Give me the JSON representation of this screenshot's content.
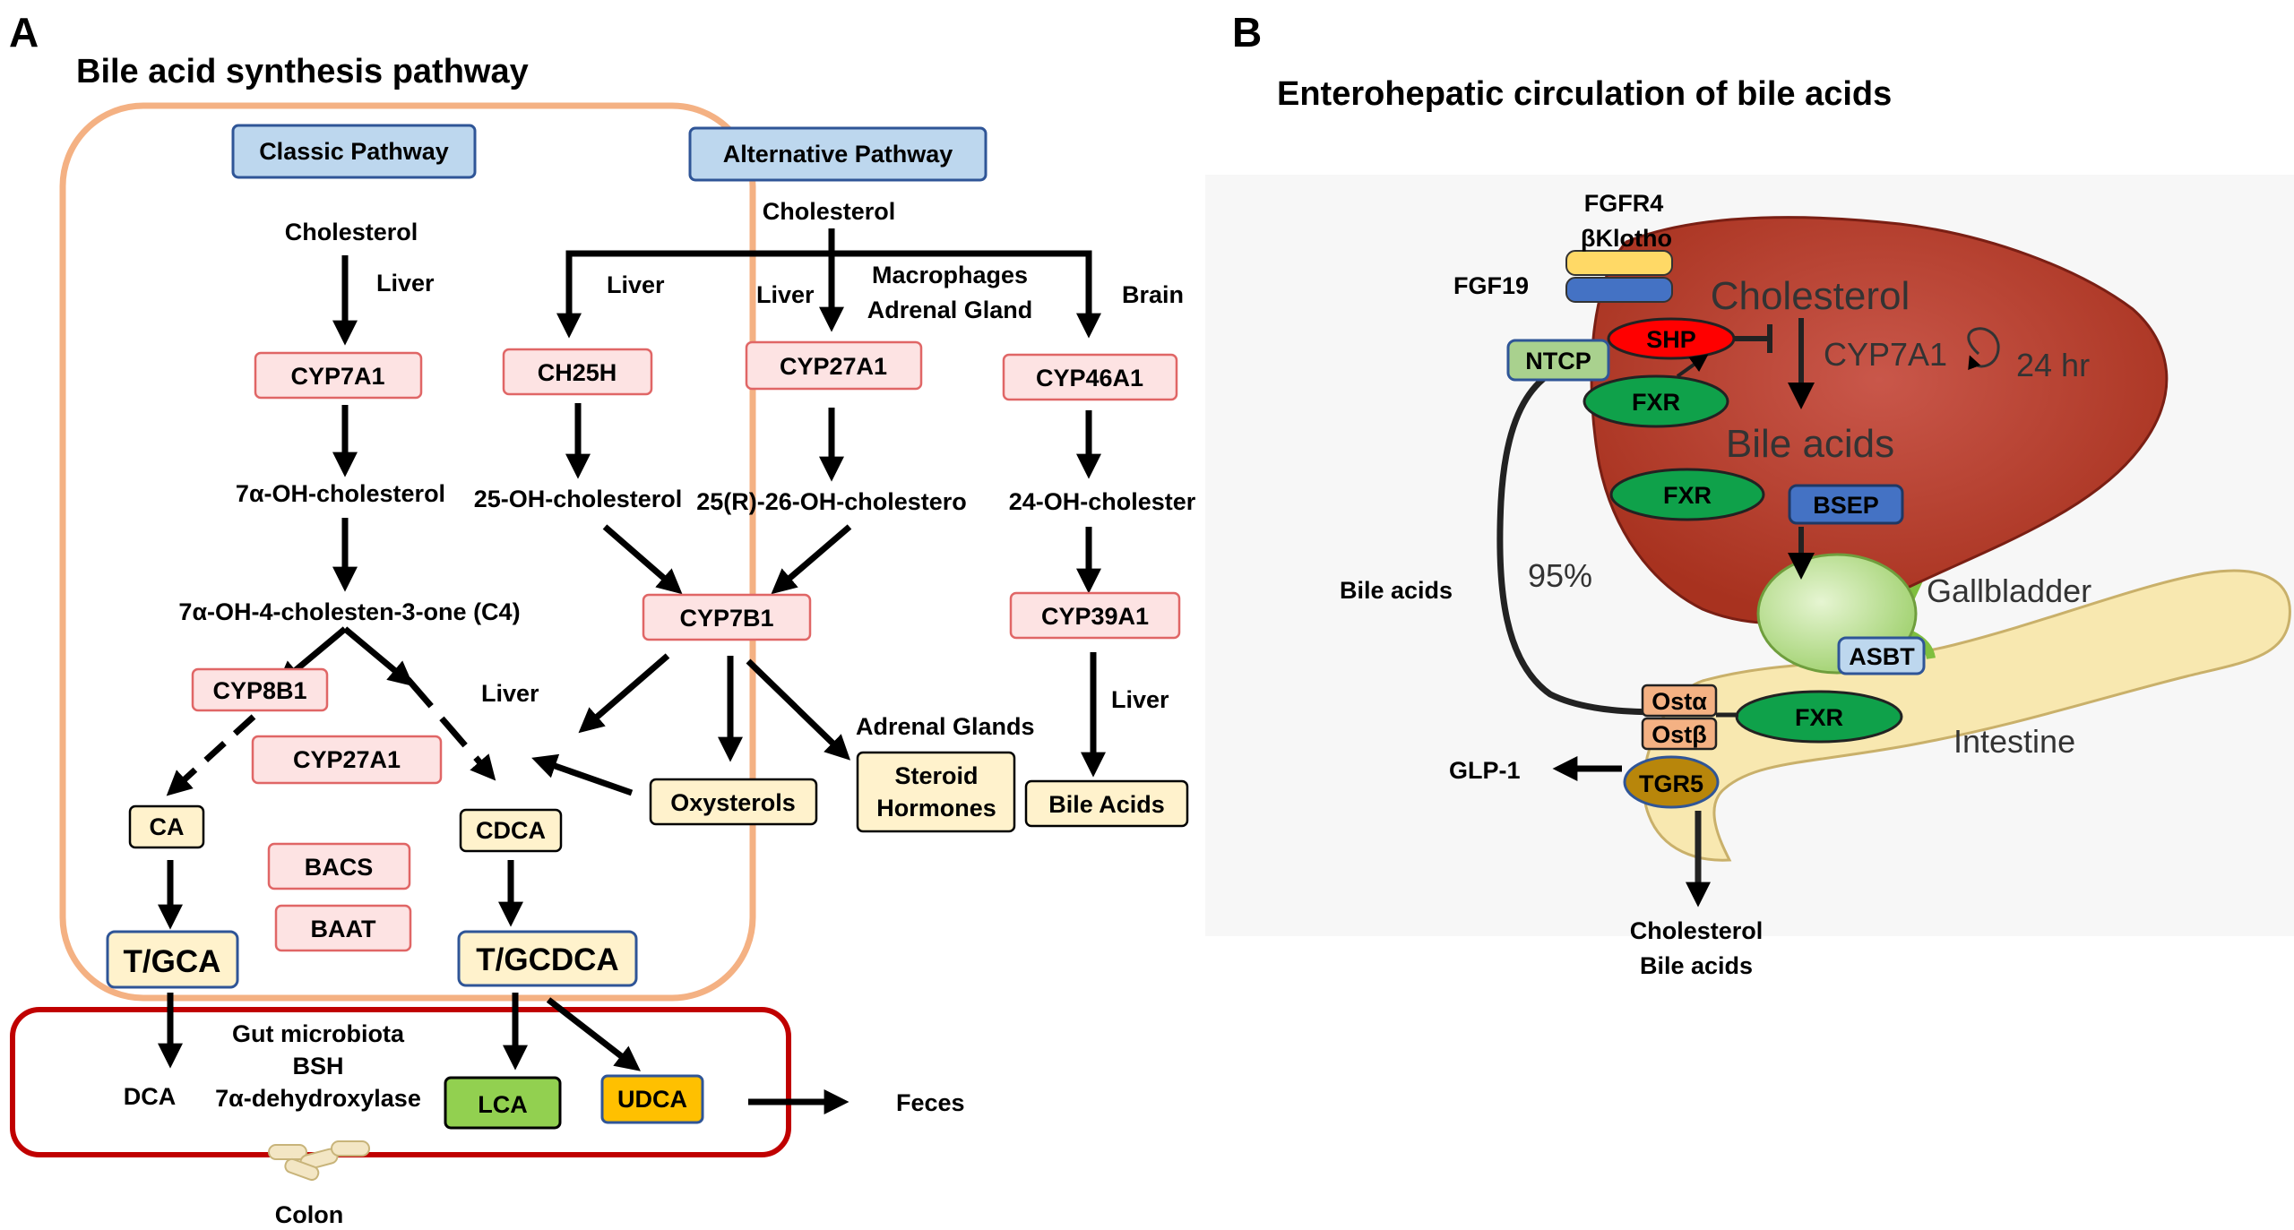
{
  "panel_a": {
    "letter": "A",
    "title": "Bile acid synthesis pathway",
    "classic_pathway": "Classic Pathway",
    "alternative_pathway": "Alternative Pathway",
    "cholesterol_classic": "Cholesterol",
    "cholesterol_alt": "Cholesterol",
    "liver_1": "Liver",
    "liver_2": "Liver",
    "liver_3": "Liver",
    "liver_4": "Liver",
    "liver_5": "Liver",
    "macrophages": "Macrophages",
    "adrenal_gland": "Adrenal Gland",
    "brain": "Brain",
    "adrenal_glands": "Adrenal Glands",
    "enzymes": {
      "cyp7a1": "CYP7A1",
      "ch25h": "CH25H",
      "cyp27a1_alt": "CYP27A1",
      "cyp46a1": "CYP46A1",
      "cyp7b1": "CYP7B1",
      "cyp39a1": "CYP39A1",
      "cyp8b1": "CYP8B1",
      "cyp27a1_classic": "CYP27A1",
      "bacs": "BACS",
      "baat": "BAAT"
    },
    "intermediates": {
      "oh7": "7α-OH-cholesterol",
      "oh25": "25-OH-cholesterol",
      "oh26": "25(R)-26-OH-cholestero",
      "oh24": "24-OH-cholester",
      "c4": "7α-OH-4-cholesten-3-one (C4)"
    },
    "products": {
      "ca": "CA",
      "cdca": "CDCA",
      "tgca": "T/GCA",
      "tgcdca": "T/GCDCA",
      "oxysterols": "Oxysterols",
      "steroid_1": "Steroid",
      "steroid_2": "Hormones",
      "bile_acids": "Bile Acids"
    },
    "colon": {
      "gut_1": "Gut microbiota",
      "gut_2": "BSH",
      "gut_3": "7α-dehydroxylase",
      "dca": "DCA",
      "lca": "LCA",
      "udca": "UDCA",
      "feces": "Feces",
      "label": "Colon"
    }
  },
  "panel_b": {
    "letter": "B",
    "title": "Enterohepatic circulation of bile acids",
    "fgfr4": "FGFR4",
    "klotho": "βKlotho",
    "fgf19": "FGF19",
    "cholesterol": "Cholesterol",
    "cyp7a1": "CYP7A1",
    "hr24": "24 hr",
    "bile_acids_liver": "Bile acids",
    "shp": "SHP",
    "ntcp": "NTCP",
    "fxr_1": "FXR",
    "fxr_2": "FXR",
    "fxr_3": "FXR",
    "bsep": "BSEP",
    "bile_acids_side": "Bile acids",
    "pct": "95%",
    "gallbladder": "Gallbladder",
    "asbt": "ASBT",
    "osta": "Ostα",
    "ostb": "Ostβ",
    "intestine": "Intestine",
    "glp1": "GLP-1",
    "tgr5": "TGR5",
    "out_1": "Cholesterol",
    "out_2": "Bile acids"
  },
  "colors": {
    "classic_border": "#f4b183",
    "colon_border": "#c00000",
    "enzyme_fill": "#fde3e3",
    "enzyme_stroke": "#e06666",
    "pathway_fill": "#bdd7ee",
    "product_fill": "#fff2cc",
    "liver": "#b5372a",
    "fxr": "#0fa14a",
    "shp": "#ff0000",
    "bsep": "#4472c4",
    "lca": "#92d050",
    "udca": "#ffc000",
    "intestine": "#f8e8b0",
    "gallbladder": "#b6dc8c"
  }
}
